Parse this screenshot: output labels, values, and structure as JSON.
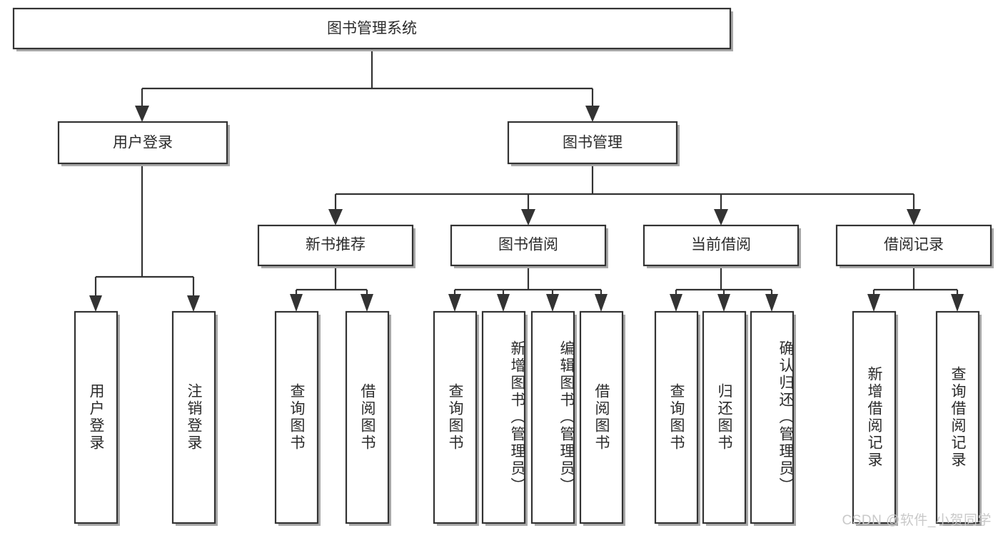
{
  "diagram": {
    "type": "tree",
    "title": "图书管理系统",
    "watermark": "CSDN @软件_小贺同学",
    "colors": {
      "stroke": "#333333",
      "fill": "#ffffff",
      "text": "#2b2b2b",
      "shadow": "#a8a8a8",
      "watermark": "#c9c9c9"
    },
    "root": {
      "label": "图书管理系统"
    },
    "level2": [
      {
        "label": "用户登录"
      },
      {
        "label": "图书管理"
      }
    ],
    "level3": [
      {
        "label": "新书推荐"
      },
      {
        "label": "图书借阅"
      },
      {
        "label": "当前借阅"
      },
      {
        "label": "借阅记录"
      }
    ],
    "leaves": {
      "user_login": [
        {
          "label": "用户登录"
        },
        {
          "label": "注销登录"
        }
      ],
      "new_book_recommend": [
        {
          "label": "查询图书"
        },
        {
          "label": "借阅图书"
        }
      ],
      "book_borrow": [
        {
          "label": "查询图书"
        },
        {
          "label": "新增图书（管理员）"
        },
        {
          "label": "编辑图书（管理员）"
        },
        {
          "label": "借阅图书"
        }
      ],
      "current_borrow": [
        {
          "label": "查询图书"
        },
        {
          "label": "归还图书"
        },
        {
          "label": "确认归还（管理员）"
        }
      ],
      "borrow_record": [
        {
          "label": "新增借阅记录"
        },
        {
          "label": "查询借阅记录"
        }
      ]
    }
  }
}
